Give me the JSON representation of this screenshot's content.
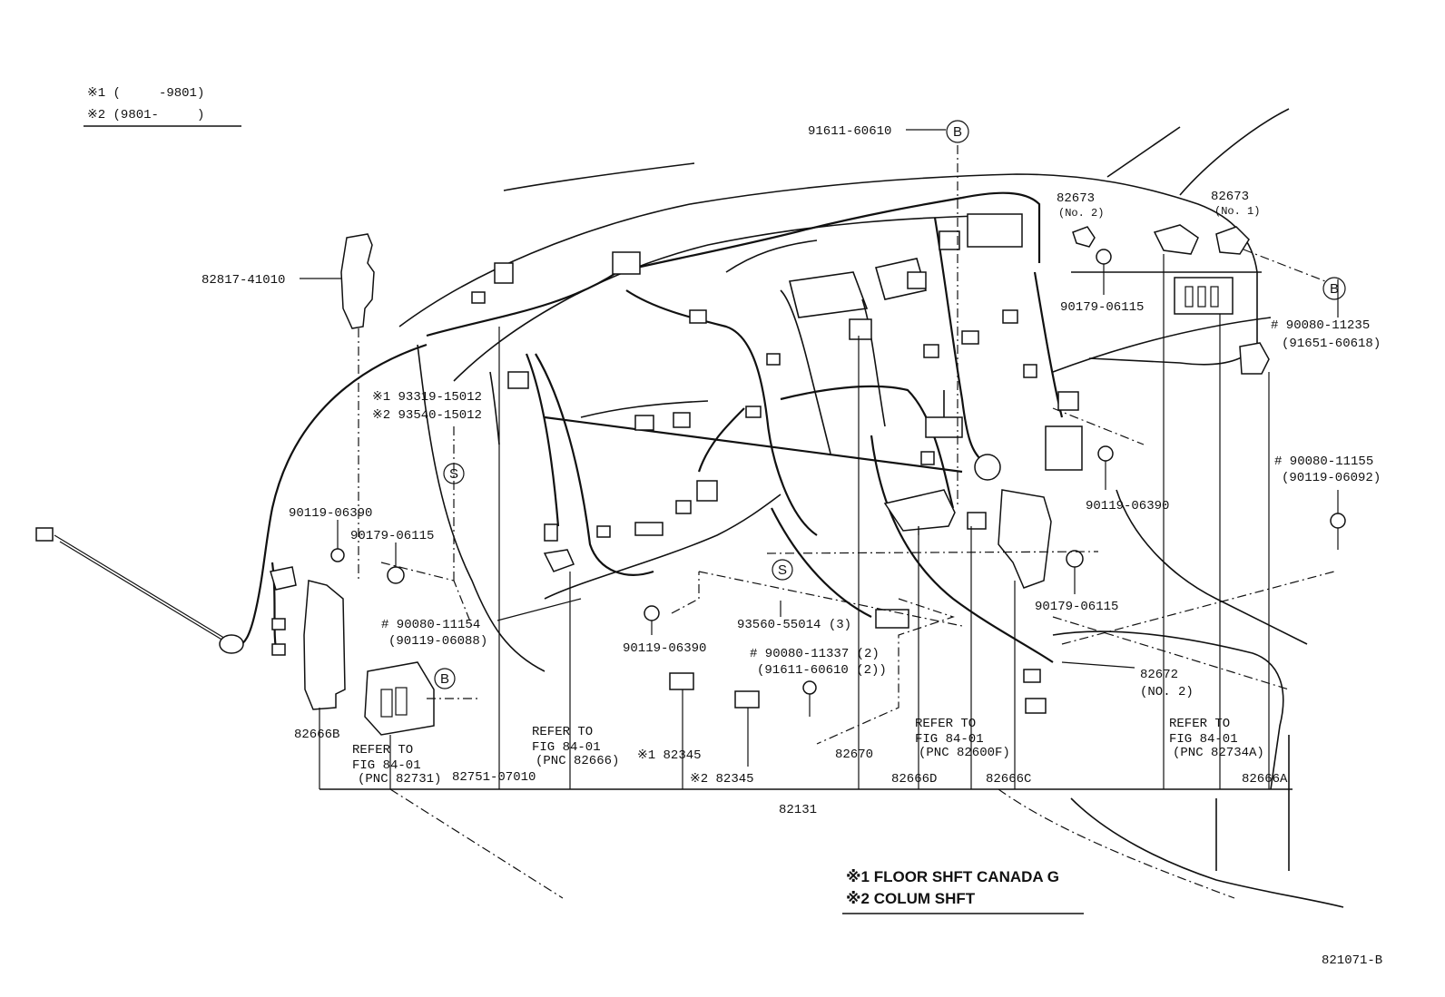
{
  "legend": {
    "line1": "※1 (     -9801)",
    "line2": "※2 (9801-     )"
  },
  "notes": {
    "note1": "※1 FLOOR SHFT CANADA G",
    "note2": "※2 COLUM SHFT"
  },
  "figure_id": "821071-B",
  "circle_letters": {
    "b": "B",
    "s": "S"
  },
  "labels": {
    "p91611_60610_top": "91611-60610",
    "p82817_41010": "82817-41010",
    "p93319_15012": "※1 93319-15012",
    "p93540_15012": "※2 93540-15012",
    "p90119_06390_left": "90119-06390",
    "p90179_06115_left": "90179-06115",
    "p90080_11154": "# 90080-11154",
    "p90119_06088": "(90119-06088)",
    "p82666b": "82666B",
    "refer_a1": "REFER TO",
    "refer_a2": "FIG 84-01",
    "refer_a3": "(PNC 82731)",
    "p82751_07010": "82751-07010",
    "refer_b1": "REFER TO",
    "refer_b2": "FIG 84-01",
    "refer_b3": "(PNC 82666)",
    "p182345": "※1 82345",
    "p282345": "※2 82345",
    "p90119_06390_mid": "90119-06390",
    "p93560_55014": "93560-55014 (3)",
    "p90080_11337": "# 90080-11337 (2)",
    "p91611_60610_2": "(91611-60610 (2))",
    "p82670": "82670",
    "refer_c1": "REFER TO",
    "refer_c2": "FIG 84-01",
    "refer_c3": "(PNC 82600F)",
    "p82666d": "82666D",
    "p82666c": "82666C",
    "p82131": "82131",
    "p90179_06115_right": "90179-06115",
    "p90119_06390_right": "90119-06390",
    "p82673_no2": "82673",
    "p82673_no2_sub": "(No. 2)",
    "p82673_no1": "82673",
    "p82673_no1_sub": "(No. 1)",
    "p90179_06115_top": "90179-06115",
    "p90080_11235": "# 90080-11235",
    "p91651_60618": "(91651-60618)",
    "p90080_11155": "# 90080-11155",
    "p90119_06092": "(90119-06092)",
    "p82672": "82672",
    "p82672_sub": "(NO. 2)",
    "refer_d1": "REFER TO",
    "refer_d2": "FIG 84-01",
    "refer_d3": "(PNC 82734A)",
    "p82666a": "82666A"
  }
}
